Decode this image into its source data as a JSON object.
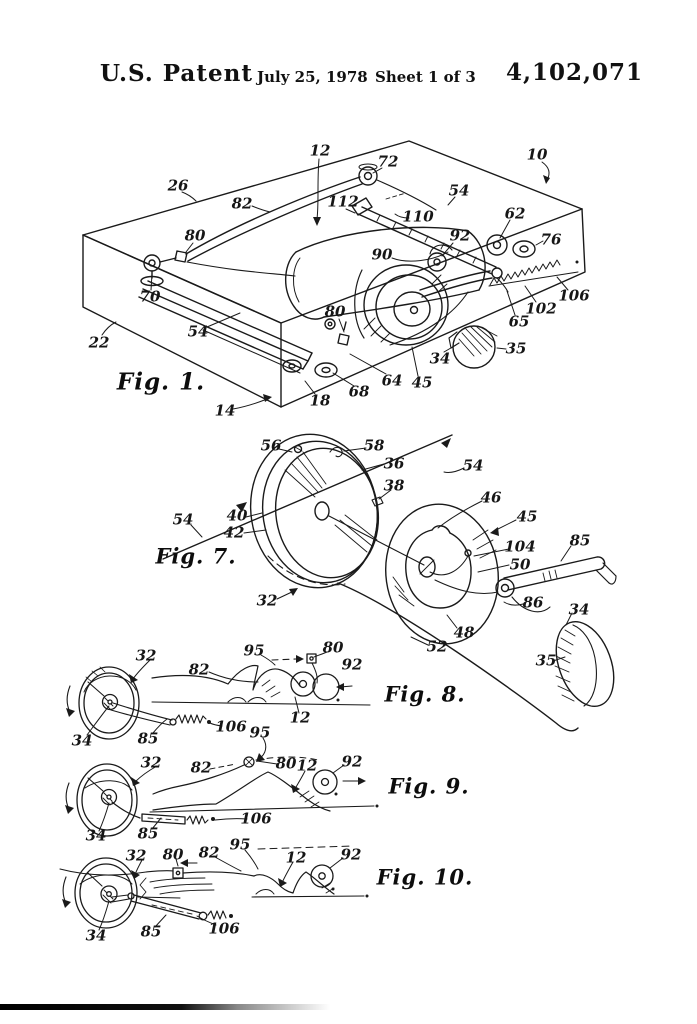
{
  "header": {
    "title": "U.S. Patent",
    "date": "July 25, 1978",
    "sheet": "Sheet 1 of 3",
    "patent_number": "4,102,071"
  },
  "figures": {
    "fig1": {
      "caption": "Fig. 1.",
      "refs": [
        "26",
        "82",
        "80",
        "12",
        "112",
        "72",
        "54",
        "110",
        "10",
        "62",
        "76",
        "92",
        "90",
        "70",
        "54",
        "22",
        "80",
        "14",
        "18",
        "68",
        "64",
        "45",
        "34",
        "35",
        "65",
        "102",
        "106"
      ]
    },
    "fig7": {
      "caption": "Fig. 7.",
      "refs": [
        "56",
        "58",
        "36",
        "38",
        "54",
        "40",
        "42",
        "32",
        "54",
        "46",
        "45",
        "104",
        "50",
        "85",
        "86",
        "34",
        "48",
        "52",
        "35"
      ]
    },
    "fig8": {
      "caption": "Fig. 8.",
      "refs": [
        "32",
        "82",
        "95",
        "80",
        "92",
        "12",
        "34",
        "85",
        "106",
        "95"
      ]
    },
    "fig9": {
      "caption": "Fig. 9.",
      "refs": [
        "32",
        "82",
        "80",
        "12",
        "92",
        "34",
        "85",
        "106"
      ]
    },
    "fig10": {
      "caption": "Fig. 10.",
      "refs": [
        "32",
        "80",
        "82",
        "95",
        "12",
        "92",
        "34",
        "85",
        "106"
      ]
    }
  }
}
